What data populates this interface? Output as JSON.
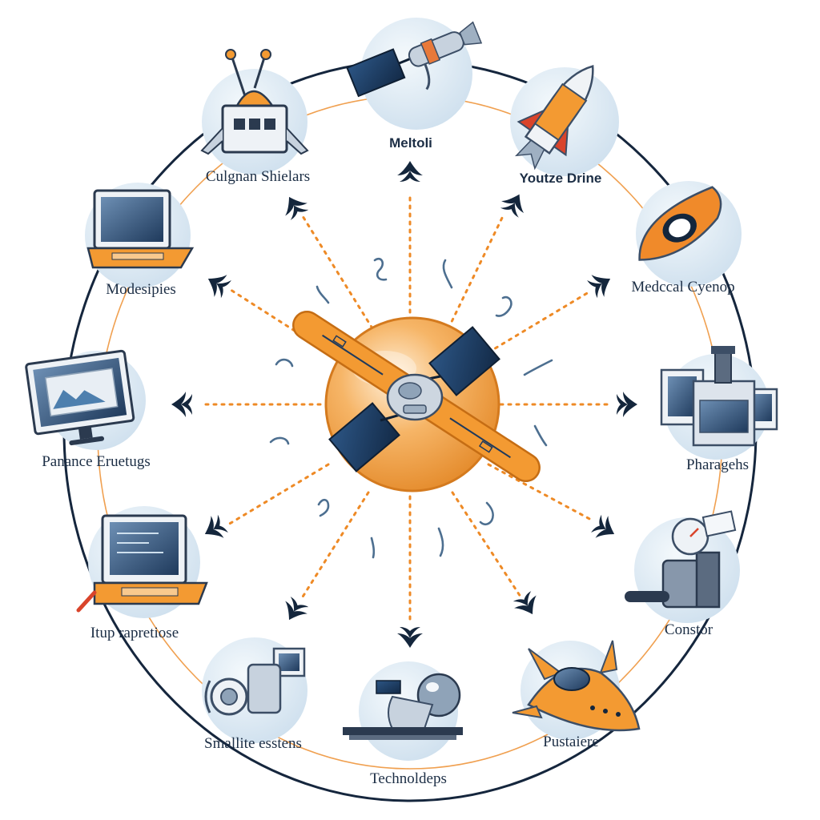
{
  "colors": {
    "ring": "#15263d",
    "spoke": "#ee8a26",
    "accent": "#f2a23f",
    "dark": "#1c2e45",
    "panel": "#1f3a5c",
    "bubble": "#dce9f3"
  },
  "center": {
    "icon": "satellite-icon"
  },
  "nodes": [
    {
      "id": "top",
      "label": "Meltoli",
      "icon": "satellite-icon"
    },
    {
      "id": "top-right",
      "label": "Youtze Drine",
      "icon": "rocket-icon"
    },
    {
      "id": "right-upper",
      "label": "Medccal Cyenop",
      "icon": "spacecraft-pod-icon"
    },
    {
      "id": "right",
      "label": "Pharagehs",
      "icon": "monitor-equipment-icon"
    },
    {
      "id": "right-lower",
      "label": "Constor",
      "icon": "gauge-machine-icon"
    },
    {
      "id": "bottom-right",
      "label": "Pustaiere",
      "icon": "spaceship-icon"
    },
    {
      "id": "bottom",
      "label": "Technoldeps",
      "icon": "telescope-icon"
    },
    {
      "id": "bottom-left",
      "label": "Smallite esstens",
      "icon": "engine-machine-icon"
    },
    {
      "id": "left-lower",
      "label": "Itup rapretiose",
      "icon": "laptop-code-icon"
    },
    {
      "id": "left",
      "label": "Panance Eruetugs",
      "icon": "desktop-monitor-icon"
    },
    {
      "id": "left-upper",
      "label": "Modesipies",
      "icon": "laptop-icon"
    },
    {
      "id": "top-left",
      "label": "Culgnan Shielars",
      "icon": "lander-robot-icon"
    }
  ]
}
